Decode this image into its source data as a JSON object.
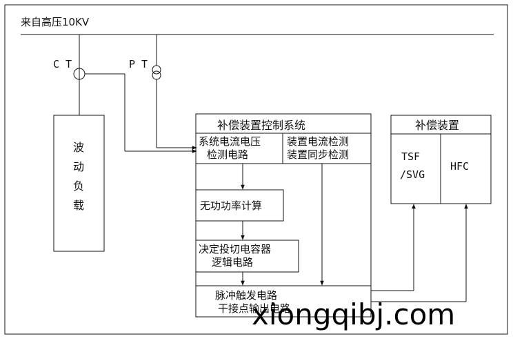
{
  "source_label": "来自高压10KV",
  "ct_label": "C T",
  "pt_label": "P T",
  "load_label": [
    "波",
    "动",
    "负",
    "载"
  ],
  "control_system": {
    "title": "补偿装置控制系统",
    "voltage_detect": [
      "系统电流电压",
      "检测电路"
    ],
    "device_detect": [
      "装置电流检测",
      "装置同步检测"
    ],
    "reactive_calc": "无功功率计算",
    "switch_decision": [
      "决定投切电容器",
      "逻辑电路"
    ],
    "pulse_trigger": [
      "脉冲触发电路",
      "干接点输出电路"
    ]
  },
  "compensation_device": {
    "title": "补偿装置",
    "tsf_svg": [
      "TSF",
      "/SVG"
    ],
    "hfc": "HFC"
  },
  "watermark": "xiongqibj.com",
  "colors": {
    "line": "#111111",
    "background": "#ffffff",
    "watermark": "#000000"
  }
}
